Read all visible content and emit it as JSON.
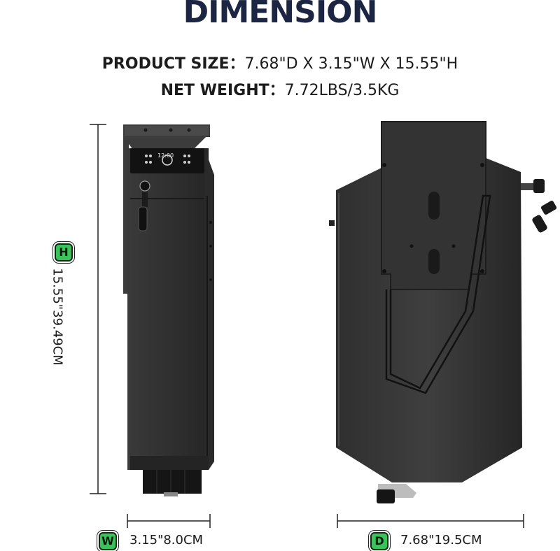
{
  "title": "DIMENSION",
  "specs": {
    "size_label": "PRODUCT SIZE：",
    "size_value": "7.68\"D X 3.15\"W X 15.55\"H",
    "weight_label": "NET WEIGHT：",
    "weight_value": "7.72LBS/3.5KG"
  },
  "dimensions": {
    "height": {
      "badge": "H",
      "value": "15.55\"39.49CM"
    },
    "width": {
      "badge": "W",
      "value": "3.15\"8.0CM"
    },
    "depth": {
      "badge": "D",
      "value": "7.68\"19.5CM"
    }
  },
  "keypad_display": "12:00",
  "colors": {
    "title": "#1c2541",
    "badge": "#39c35a",
    "safe_body": "#2e2e2e"
  }
}
